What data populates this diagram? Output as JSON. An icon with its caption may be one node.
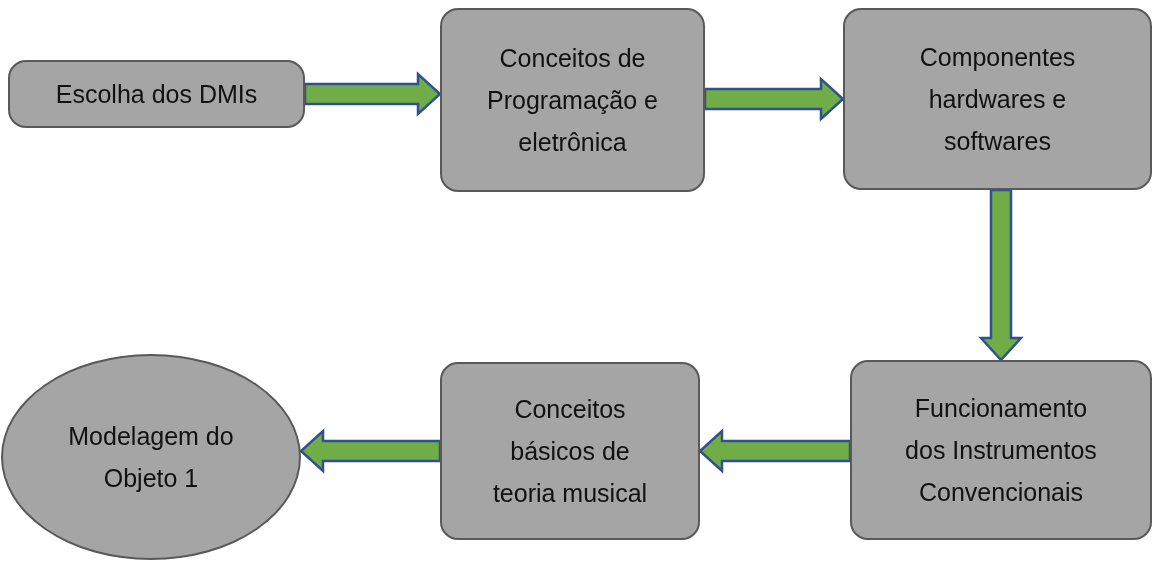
{
  "diagram": {
    "nodes": [
      {
        "text": [
          "Escolha dos DMIs"
        ]
      },
      {
        "text": [
          "Conceitos de Programação e eletrônica"
        ]
      },
      {
        "text": [
          "Componentes hardwares e softwares"
        ]
      },
      {
        "text": [
          "Funcionamento dos Instrumentos Convencionais"
        ]
      },
      {
        "text": [
          "Conceitos básicos de teoria musical"
        ]
      },
      {
        "text": [
          "Modelagem do Objeto 1"
        ]
      }
    ],
    "edges": [
      {
        "from": 0,
        "to": 1,
        "arrow": "to"
      },
      {
        "from": 1,
        "to": 2,
        "arrow": "to"
      },
      {
        "from": 2,
        "to": 3,
        "arrow": "to"
      },
      {
        "from": 3,
        "to": 4,
        "arrow": "to"
      },
      {
        "from": 4,
        "to": 5,
        "arrow": "to"
      }
    ]
  }
}
